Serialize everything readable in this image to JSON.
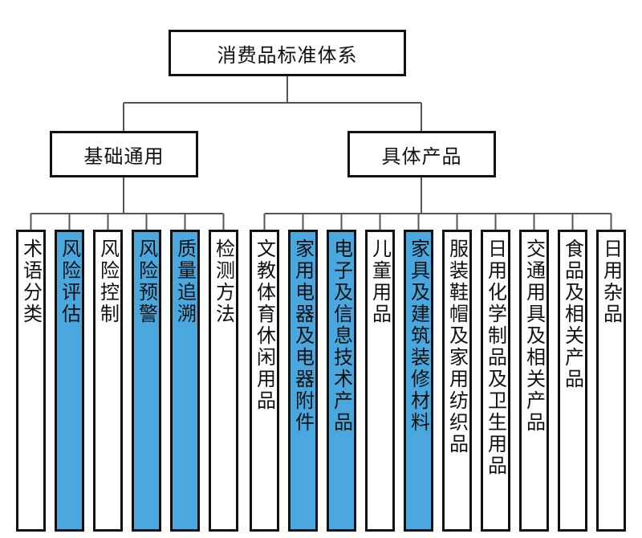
{
  "root": {
    "label": "消费品标准体系"
  },
  "groups": [
    {
      "label": "基础通用",
      "items": [
        {
          "label": "术语分类",
          "highlight": false
        },
        {
          "label": "风险评估",
          "highlight": true
        },
        {
          "label": "风险控制",
          "highlight": false
        },
        {
          "label": "风险预警",
          "highlight": true
        },
        {
          "label": "质量追溯",
          "highlight": true
        },
        {
          "label": "检测方法",
          "highlight": false
        }
      ]
    },
    {
      "label": "具体产品",
      "items": [
        {
          "label": "文教体育休闲用品",
          "highlight": false
        },
        {
          "label": "家用电器及电器附件",
          "highlight": true
        },
        {
          "label": "电子及信息技术产品",
          "highlight": true
        },
        {
          "label": "儿童用品",
          "highlight": false
        },
        {
          "label": "家具及建筑装修材料",
          "highlight": true
        },
        {
          "label": "服装鞋帽及家用纺织品",
          "highlight": false
        },
        {
          "label": "日用化学制品及卫生用品",
          "highlight": false
        },
        {
          "label": "交通用具及相关产品",
          "highlight": false
        },
        {
          "label": "食品及相关产品",
          "highlight": false
        },
        {
          "label": "日用杂品",
          "highlight": false
        }
      ]
    }
  ],
  "colors": {
    "highlight": "#4aa8de",
    "border": "#111111",
    "connector": "#555555"
  }
}
